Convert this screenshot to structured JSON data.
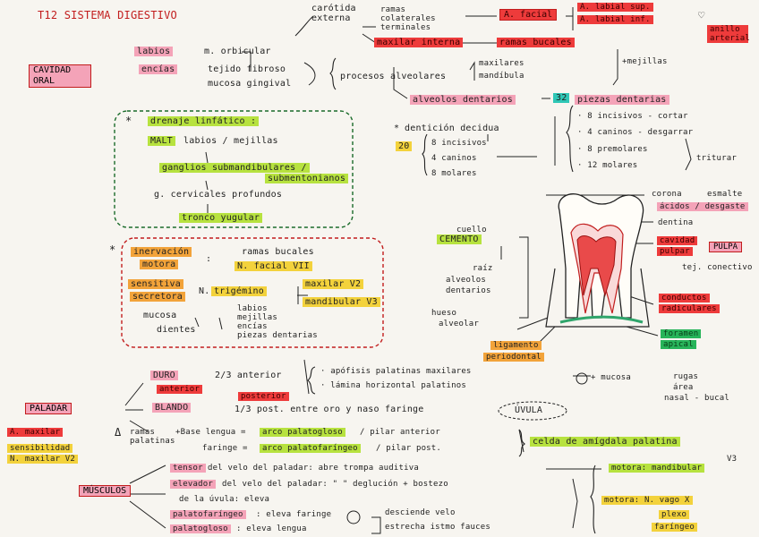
{
  "title": "T12 SISTEMA DIGESTIVO",
  "cavidad": {
    "label": "CAVIDAD ORAL",
    "labios": "labios",
    "labios_desc": "m. orbicular",
    "encias": "encías",
    "encias_d1": "tejido fibroso",
    "encias_d2": "mucosa gingival",
    "procesos": "procesos alveolares",
    "maxilares": "maxilares",
    "mandibula": "mandíbula",
    "alveolos": "alveolos dentarios",
    "num32": "32",
    "piezas": "piezas dentarias",
    "mejillas": "+mejillas"
  },
  "carotida": {
    "label": "carótida externa",
    "ramas1": "ramas",
    "ramas2": "colaterales",
    "ramas3": "terminales",
    "facial": "A. facial",
    "labial_sup": "A. labial sup.",
    "labial_inf": "A. labial inf.",
    "heart": "♡",
    "anillo": "anillo arterial",
    "maxilar_int": "maxilar interna",
    "ramas_bucales": "ramas bucales"
  },
  "linfatico": {
    "star": "*",
    "title": "drenaje linfático :",
    "malt": "MALT",
    "malt_desc": "labios / mejillas",
    "ganglios1": "ganglios submandibulares /",
    "ganglios2": "submentonianos",
    "cervicales": "g. cervicales profundos",
    "tronco": "tronco yugular"
  },
  "inervacion": {
    "star": "*",
    "label": "inervación",
    "motora": "motora",
    "colon": ":",
    "ramas_bucales": "ramas bucales",
    "facial": "N. facial VII",
    "sensitiva1": "sensitiva",
    "sensitiva2": "secretora",
    "trigemino_pre": "N.",
    "trigemino": "trigémino",
    "maxilar": "maxilar V2",
    "mandibular": "mandibular V3",
    "mucosa": "mucosa",
    "dientes": "dientes",
    "l1": "labios",
    "l2": "mejillas",
    "l3": "encías",
    "l4": "piezas dentarias"
  },
  "dentadura": {
    "star": "*",
    "decidua": "dentición decidua",
    "num20": "20",
    "d1": "8 incisivos",
    "d2": "4 caninos",
    "d3": "8 molares",
    "p1": "· 8 incisivos - cortar",
    "p2": "· 4 caninos - desgarrar",
    "p3": "· 8 premolares",
    "p4": "· 12 molares",
    "triturar": "triturar"
  },
  "diente": {
    "corona": "corona",
    "esmalte": "esmalte",
    "acidos": "ácidos / desgaste",
    "dentina": "dentina",
    "cavidad_pulpar1": "cavidad",
    "cavidad_pulpar2": "pulpar",
    "pulpa": "PULPA",
    "tej": "tej. conectivo",
    "conductos1": "conductos",
    "conductos2": "radiculares",
    "foramen1": "foramen",
    "foramen2": "apical",
    "cuello": "cuello",
    "cemento": "CEMENTO",
    "raiz": "raíz",
    "alveolos1": "alveolos",
    "alveolos2": "dentarios",
    "hueso1": "hueso",
    "hueso2": "alveolar",
    "ligamento1": "ligamento",
    "ligamento2": "periodontal"
  },
  "paladar": {
    "label": "PALADAR",
    "duro": "DURO",
    "anterior": "anterior",
    "fraction": "2/3 anterior",
    "d1": "· apófisis palatinas maxilares",
    "d2": "· lámina horizontal palatinos",
    "mucosa": "+ mucosa",
    "rugas1": "rugas",
    "rugas2": "área",
    "rugas3": "nasal - bucal",
    "blando": "BLANDO",
    "posterior": "posterior",
    "blando_desc": "1/3 post. entre oro y naso faringe",
    "uvula": "ÚVULA",
    "a_maxilar": "A. maxilar",
    "ramas_palatinas1": "ramas",
    "ramas_palatinas2": "palatinas",
    "triangle": "Δ",
    "sensibilidad": "sensibilidad",
    "n_maxilar": "N. maxilar V2",
    "base_pre": "+Base lengua =",
    "base_arco": "arco palatogloso",
    "base_post": "/ pilar anterior",
    "faringe_pre": "faringe =",
    "faringe_arco": "arco palatofaríngeo",
    "faringe_post": "/ pilar post.",
    "celda": "celda de amígdala palatina"
  },
  "musculos": {
    "label": "MÚSCULOS",
    "tensor": "tensor",
    "tensor_desc": "del velo del paladar: abre trompa auditiva",
    "v3": "V3",
    "motora_mand": "motora: mandibular",
    "elevador": "elevador",
    "elevador_desc": "del velo del paladar: \" \" deglución + bostezo",
    "uvula_m": "de la úvula: eleva",
    "palatofaringeo": "palatofaríngeo",
    "palatofaringeo_desc": ": eleva faringe",
    "palatogloso": "palatogloso",
    "palatogloso_desc": ": eleva lengua",
    "desciende": "desciende velo",
    "estrecha": "estrecha istmo fauces",
    "motora_vago": "motora: N. vago X",
    "plexo": "plexo",
    "faringeo": "faríngeo"
  },
  "colors": {
    "pink": "#f4a3b8",
    "red": "#ee3b3b",
    "yellow": "#f3d23c",
    "lime": "#b7e23f",
    "orange": "#f2a33a",
    "teal": "#2fc7b6",
    "green": "#27b45a",
    "ink_red": "#c21d1d"
  }
}
